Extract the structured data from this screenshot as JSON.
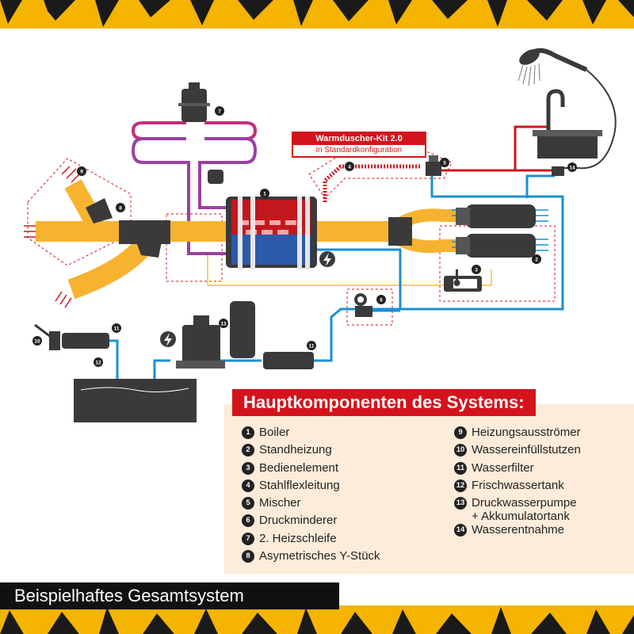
{
  "callout": {
    "title": "Warmduscher-Kit 2.0",
    "subtitle": "in Standardkonfiguration"
  },
  "legend": {
    "title": "Hauptkomponenten des Systems:",
    "items": [
      {
        "number": "1",
        "label": "Boiler"
      },
      {
        "number": "2",
        "label": "Standheizung"
      },
      {
        "number": "3",
        "label": "Bedienelement"
      },
      {
        "number": "4",
        "label": "Stahlflexleitung"
      },
      {
        "number": "5",
        "label": "Mischer"
      },
      {
        "number": "6",
        "label": "Druckminderer"
      },
      {
        "number": "7",
        "label": "2. Heizschleife"
      },
      {
        "number": "8",
        "label": "Asymetrisches Y-Stück"
      },
      {
        "number": "9",
        "label": "Heizungsausströmer"
      },
      {
        "number": "10",
        "label": "Wassereinfüllstutzen"
      },
      {
        "number": "11",
        "label": "Wasserfilter"
      },
      {
        "number": "12",
        "label": "Frischwassertank"
      },
      {
        "number": "13",
        "label": "Druckwasserpumpe\n+ Akkumulatortank"
      },
      {
        "number": "14",
        "label": "Wasserentnahme"
      }
    ]
  },
  "caption": "Beispielhaftes Gesamtsystem",
  "markers": [
    "1",
    "2",
    "3",
    "4",
    "5",
    "6",
    "7",
    "8",
    "9",
    "10",
    "11",
    "11",
    "12",
    "13",
    "14"
  ],
  "colors": {
    "duct": "#f7b330",
    "component": "#3a3a3a",
    "hot_water": "#d3141c",
    "cold_water": "#1a8fd6",
    "heating_loop": "#9b3fa3",
    "panel": "#fcecd9",
    "stripe": "#f4b400"
  },
  "icons": [
    "shower-head-icon",
    "faucet-icon",
    "lightning-icon",
    "thermometer-icon"
  ]
}
